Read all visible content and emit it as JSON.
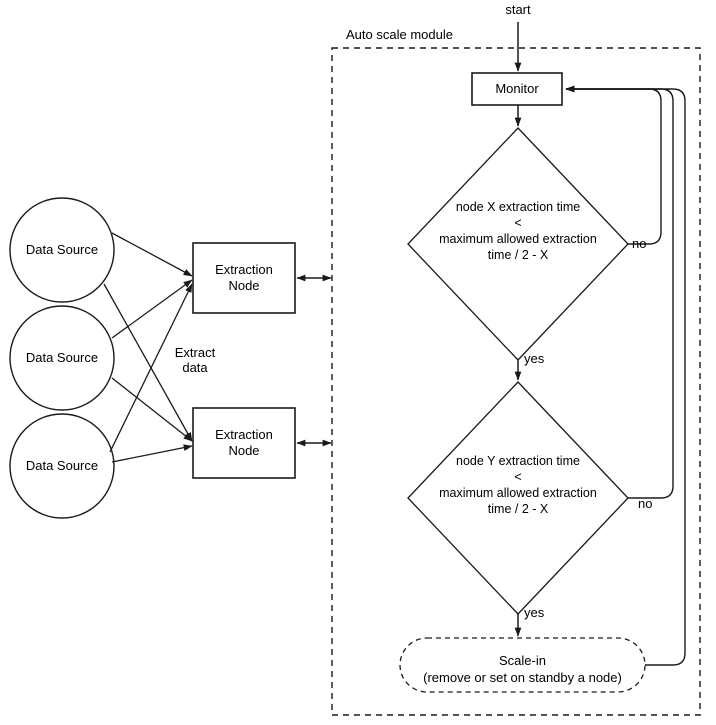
{
  "diagram": {
    "title": "Auto scale module",
    "start_label": "start",
    "data_sources": [
      {
        "label": "Data Source"
      },
      {
        "label": "Data Source"
      },
      {
        "label": "Data Source"
      }
    ],
    "extraction_nodes": [
      {
        "label": "Extraction\nNode"
      },
      {
        "label": "Extraction\nNode"
      }
    ],
    "extract_edge_label": "Extract\ndata",
    "monitor": {
      "label": "Monitor"
    },
    "decisions": [
      {
        "line1": "node X extraction time",
        "line2": "<",
        "line3": "maximum allowed extraction",
        "line4": "time / 2 - X",
        "no_label": "no",
        "yes_label": "yes"
      },
      {
        "line1": "node Y extraction time",
        "line2": "<",
        "line3": "maximum allowed extraction",
        "line4": "time / 2 - X",
        "no_label": "no",
        "yes_label": "yes"
      }
    ],
    "scale_in": {
      "line1": "Scale-in",
      "line2": "(remove or set on standby a node)"
    },
    "colors": {
      "stroke": "#1a1a1a",
      "fill": "#ffffff",
      "background": "#ffffff"
    }
  }
}
